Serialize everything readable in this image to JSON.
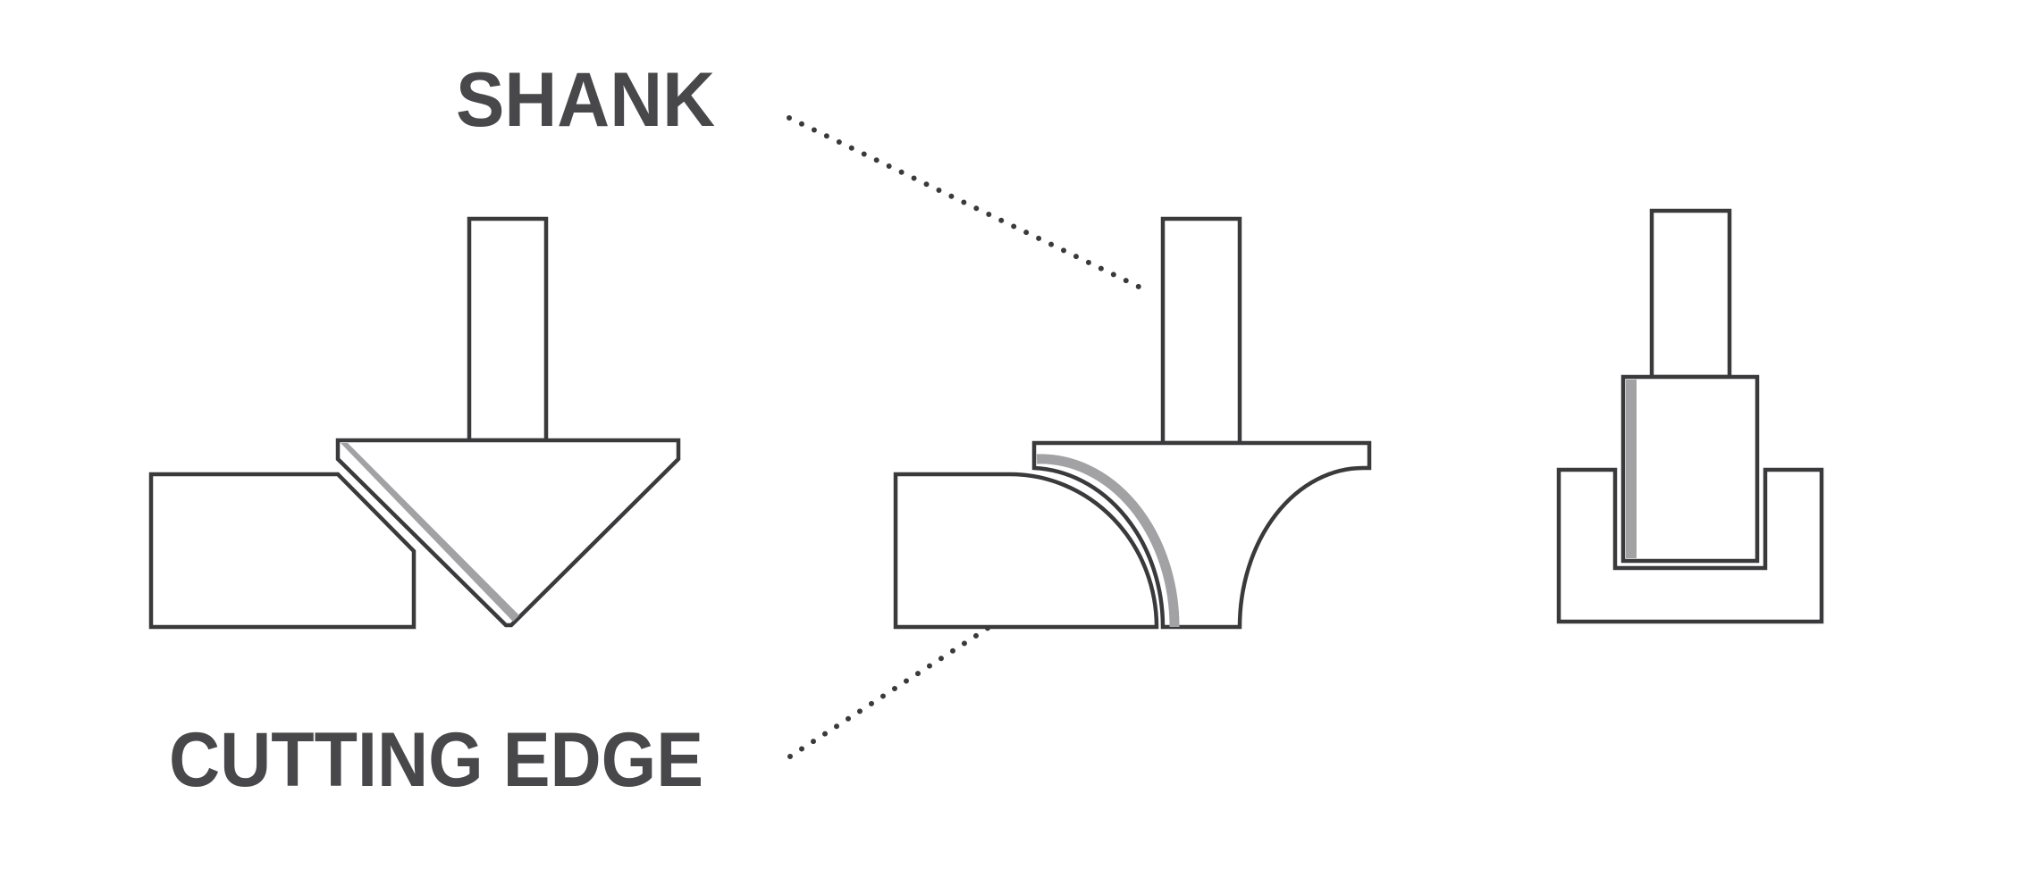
{
  "labels": {
    "shank": "SHANK",
    "cutting_edge": "CUTTING EDGE"
  },
  "figures": [
    {
      "name": "v-groove-bit"
    },
    {
      "name": "roundover-bit"
    },
    {
      "name": "straight-bit"
    }
  ],
  "colors": {
    "outline": "#3a3a3c",
    "cutting_edge": "#a2a2a4",
    "text": "#48484b"
  }
}
